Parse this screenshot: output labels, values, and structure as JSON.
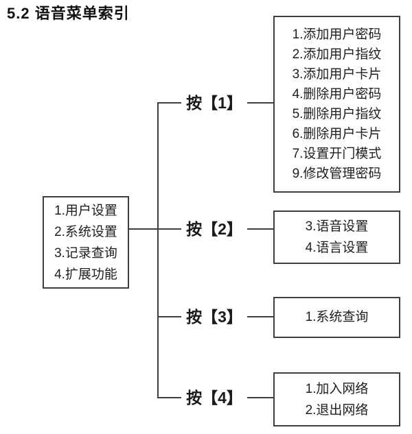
{
  "title": "5.2 语音菜单索引",
  "colors": {
    "background": "#ffffff",
    "line": "#3d3d3d",
    "text": "#1e1e1e",
    "title_text": "#111111"
  },
  "root_menu": {
    "items": [
      "1.用户设置",
      "2.系统设置",
      "3.记录查询",
      "4.扩展功能"
    ]
  },
  "branches": [
    {
      "key_label": "按【1】",
      "items": [
        "1.添加用户密码",
        "2.添加用户指纹",
        "3.添加用户卡片",
        "4.删除用户密码",
        "5.删除用户指纹",
        "6.删除用户卡片",
        "7.设置开门模式",
        "9.修改管理密码"
      ]
    },
    {
      "key_label": "按【2】",
      "items": [
        "3.语音设置",
        "4.语言设置"
      ]
    },
    {
      "key_label": "按【3】",
      "items": [
        "1.系统查询"
      ]
    },
    {
      "key_label": "按【4】",
      "items": [
        "1.加入网络",
        "2.退出网络"
      ]
    }
  ]
}
